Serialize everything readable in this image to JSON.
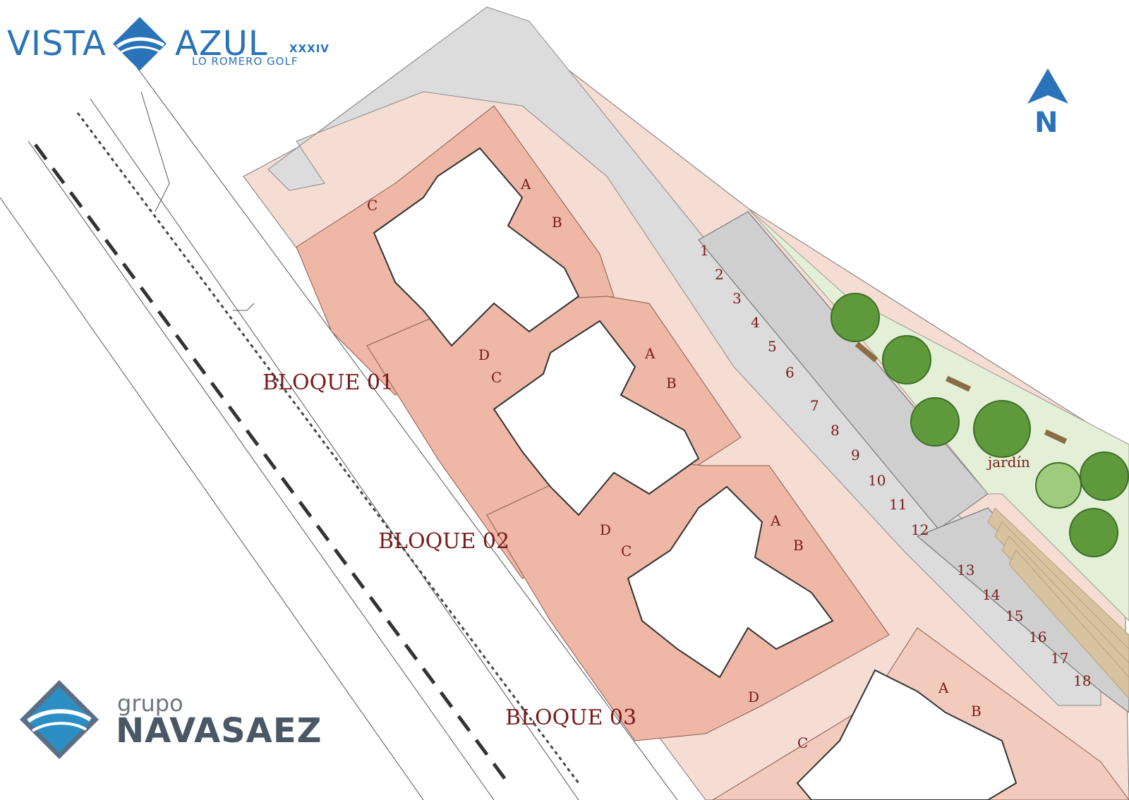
{
  "brand": {
    "vista": "VISTA",
    "azul": "AZUL",
    "edition": "XXXIV",
    "subtitle": "LO ROMERO GOLF",
    "group_small": "grupo",
    "group_big": "NAVASAEZ",
    "brand_color": "#2a73b8",
    "group_color": "#4a5866"
  },
  "north_label": "N",
  "blocks": [
    {
      "name": "BLOQUE 01",
      "units": [
        "A",
        "B",
        "C",
        "D"
      ]
    },
    {
      "name": "BLOQUE 02",
      "units": [
        "A",
        "B",
        "C",
        "D"
      ]
    },
    {
      "name": "BLOQUE 03",
      "units": [
        "A",
        "B",
        "C",
        "D"
      ]
    },
    {
      "name": "",
      "units": [
        "A",
        "B",
        "C"
      ]
    }
  ],
  "parking_numbers": [
    "1",
    "2",
    "3",
    "4",
    "5",
    "6",
    "7",
    "8",
    "9",
    "10",
    "11",
    "12",
    "13",
    "14",
    "15",
    "16",
    "17",
    "18"
  ],
  "garden_label": "jardín",
  "colors": {
    "plot_fill": "#f6ddd4",
    "terrace_fill": "#eeb7a6",
    "road_fill": "#dcdcdc",
    "garden_fill": "#e3efd6",
    "tree_fill": "#5e9a3c",
    "label_color": "#7a1a1a",
    "building_fill": "#ffffff"
  }
}
